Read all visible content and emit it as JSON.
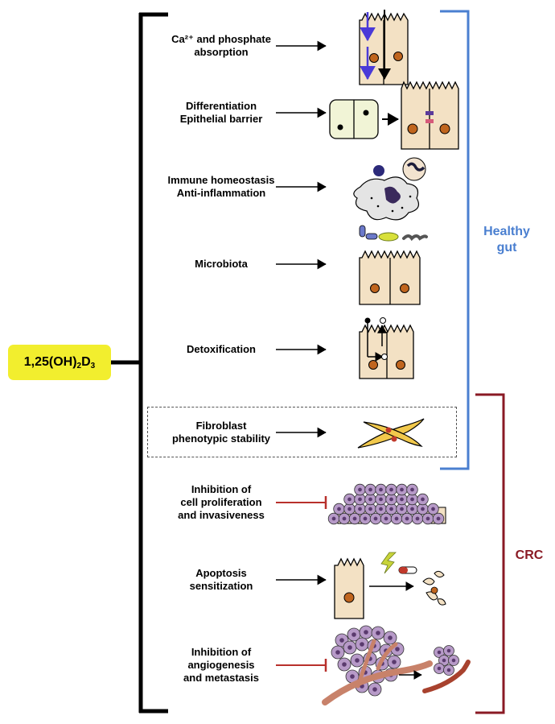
{
  "compound": {
    "base": "1,25(OH)",
    "sub1": "2",
    "mid": "D",
    "sub2": "3"
  },
  "effects": [
    {
      "id": "ca-absorption",
      "lines": [
        "Ca²⁺ and phosphate",
        "absorption"
      ],
      "inhibit": false
    },
    {
      "id": "differentiation",
      "lines": [
        "Differentiation",
        "Epithelial barrier"
      ],
      "inhibit": false
    },
    {
      "id": "immune",
      "lines": [
        "Immune homeostasis",
        "Anti-inflammation"
      ],
      "inhibit": false
    },
    {
      "id": "microbiota",
      "lines": [
        "Microbiota"
      ],
      "inhibit": false
    },
    {
      "id": "detoxification",
      "lines": [
        "Detoxification"
      ],
      "inhibit": false
    },
    {
      "id": "fibroblast",
      "lines": [
        "Fibroblast",
        "phenotypic stability"
      ],
      "inhibit": false
    },
    {
      "id": "proliferation",
      "lines": [
        "Inhibition of",
        "cell proliferation",
        "and invasiveness"
      ],
      "inhibit": true
    },
    {
      "id": "apoptosis",
      "lines": [
        "Apoptosis",
        "sensitization"
      ],
      "inhibit": false
    },
    {
      "id": "angiogenesis",
      "lines": [
        "Inhibition of",
        "angiogenesis",
        "and metastasis"
      ],
      "inhibit": true
    }
  ],
  "groups": {
    "healthy": {
      "lines": [
        "Healthy",
        "gut"
      ],
      "color": "#4a7fd0"
    },
    "crc": {
      "lines": [
        "CRC"
      ],
      "color": "#8a1a24"
    }
  },
  "colors": {
    "cell_fill": "#f3e1c4",
    "nucleus": "#c0651e",
    "tumor_cell": "#b79ac8",
    "vessel": "#c8826a",
    "fibroblast": "#f2c94c",
    "inhibit_line": "#b8302c"
  }
}
